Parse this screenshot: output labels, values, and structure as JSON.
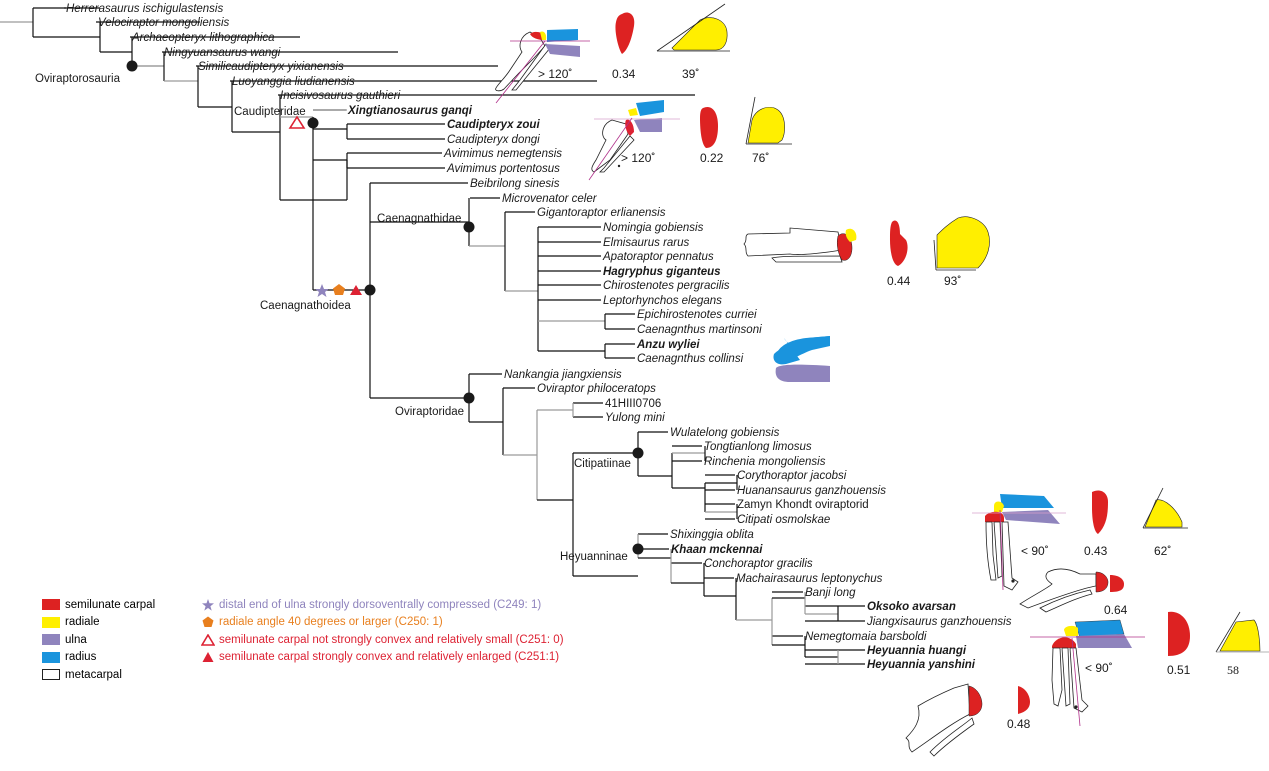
{
  "colors": {
    "semilunate_carpal": "#dd2222",
    "radiale": "#ffef00",
    "ulna": "#8f84bd",
    "radius": "#1a94dd",
    "metacarpal": "#ffffff",
    "char_c249": "#8f84bd",
    "char_c250": "#e87f1e",
    "char_c251": "#dd2233",
    "branch_black": "#111111",
    "branch_gray": "#9a9a9a",
    "node": "#1a1a1a",
    "guide_line": "#b0308a"
  },
  "taxa": [
    {
      "name": "Herrerasaurus ischigulastensis",
      "bold": false,
      "italic": true
    },
    {
      "name": "Velociraptor mongoliensis",
      "bold": false,
      "italic": true
    },
    {
      "name": "Archaeopteryx lithographica",
      "bold": false,
      "italic": true
    },
    {
      "name": "Ningyuansaurus wangi",
      "bold": false,
      "italic": true
    },
    {
      "name": "Similicaudipteryx yixianensis",
      "bold": false,
      "italic": true
    },
    {
      "name": "Luoyanggia liudianensis",
      "bold": false,
      "italic": true
    },
    {
      "name": "Incisivosaurus gauthieri",
      "bold": false,
      "italic": true
    },
    {
      "name": "Xingtianosaurus ganqi",
      "bold": true,
      "italic": true
    },
    {
      "name": "Caudipteryx zoui",
      "bold": true,
      "italic": true
    },
    {
      "name": "Caudipteryx dongi",
      "bold": false,
      "italic": true
    },
    {
      "name": "Avimimus nemegtensis",
      "bold": false,
      "italic": true
    },
    {
      "name": "Avimimus portentosus",
      "bold": false,
      "italic": true
    },
    {
      "name": "Beibrilong sinesis",
      "bold": false,
      "italic": true
    },
    {
      "name": "Microvenator celer",
      "bold": false,
      "italic": true
    },
    {
      "name": "Gigantoraptor erlianensis",
      "bold": false,
      "italic": true
    },
    {
      "name": "Nomingia gobiensis",
      "bold": false,
      "italic": true
    },
    {
      "name": "Elmisaurus rarus",
      "bold": false,
      "italic": true
    },
    {
      "name": "Apatoraptor pennatus",
      "bold": false,
      "italic": true
    },
    {
      "name": "Hagryphus giganteus",
      "bold": true,
      "italic": true
    },
    {
      "name": "Chirostenotes pergracilis",
      "bold": false,
      "italic": true
    },
    {
      "name": "Leptorhynchos elegans",
      "bold": false,
      "italic": true
    },
    {
      "name": "Epichirostenotes curriei",
      "bold": false,
      "italic": true
    },
    {
      "name": "Caenagnthus martinsoni",
      "bold": false,
      "italic": true
    },
    {
      "name": "Anzu wyliei",
      "bold": true,
      "italic": true
    },
    {
      "name": "Caenagnthus collinsi",
      "bold": false,
      "italic": true
    },
    {
      "name": "Nankangia jiangxiensis",
      "bold": false,
      "italic": true
    },
    {
      "name": "Oviraptor philoceratops",
      "bold": false,
      "italic": true
    },
    {
      "name": "41HIII0706",
      "bold": false,
      "italic": false
    },
    {
      "name": "Yulong mini",
      "bold": false,
      "italic": true
    },
    {
      "name": "Wulatelong gobiensis",
      "bold": false,
      "italic": true
    },
    {
      "name": "Tongtianlong limosus",
      "bold": false,
      "italic": true
    },
    {
      "name": "Rinchenia mongoliensis",
      "bold": false,
      "italic": true
    },
    {
      "name": "Corythoraptor jacobsi",
      "bold": false,
      "italic": true
    },
    {
      "name": "Huanansaurus ganzhouensis",
      "bold": false,
      "italic": true
    },
    {
      "name": "Zamyn Khondt oviraptorid",
      "bold": false,
      "italic": false
    },
    {
      "name": "Citipati osmolskae",
      "bold": false,
      "italic": true
    },
    {
      "name": "Shixinggia oblita",
      "bold": false,
      "italic": true
    },
    {
      "name": "Khaan mckennai",
      "bold": true,
      "italic": true
    },
    {
      "name": "Conchoraptor gracilis",
      "bold": false,
      "italic": true
    },
    {
      "name": "Machairasaurus leptonychus",
      "bold": false,
      "italic": true
    },
    {
      "name": "Banji long",
      "bold": false,
      "italic": true
    },
    {
      "name": "Oksoko avarsan",
      "bold": true,
      "italic": true
    },
    {
      "name": "Jiangxisaurus ganzhouensis",
      "bold": false,
      "italic": true
    },
    {
      "name": "Nemegtomaia barsboldi",
      "bold": false,
      "italic": true
    },
    {
      "name": "Heyuannia huangi",
      "bold": true,
      "italic": true
    },
    {
      "name": "Heyuannia yanshini",
      "bold": true,
      "italic": true
    }
  ],
  "clades": {
    "oviraptorosauria": "Oviraptorosauria",
    "caudipteridae": "Caudipteridae",
    "caenagnathidae": "Caenagnathidae",
    "caenagnathoidea": "Caenagnathoidea",
    "oviraptoridae": "Oviraptoridae",
    "citipatiinae": "Citipatiinae",
    "heyuanninae": "Heyuanninae"
  },
  "measurements": {
    "caudipteryx_top": {
      "wrist_angle": "> 120˚",
      "semilunate_ratio": "0.34",
      "radiale_angle": "39˚"
    },
    "caudipteryx_second": {
      "wrist_angle": "> 120˚",
      "semilunate_ratio": "0.22",
      "radiale_angle": "76˚"
    },
    "hagryphus": {
      "semilunate_ratio": "0.44",
      "radiale_angle": "93˚"
    },
    "khaan": {
      "wrist_angle": "< 90˚",
      "semilunate_ratio": "0.43",
      "radiale_angle": "62˚"
    },
    "oksoko": {
      "semilunate_ratio": "0.64"
    },
    "heyuannia": {
      "wrist_angle": "< 90˚",
      "semilunate_ratio": "0.51",
      "radiale_angle": "58"
    },
    "heyuannia_lower": {
      "semilunate_ratio": "0.48"
    }
  },
  "legend": {
    "elements": [
      {
        "label": "semilunate carpal",
        "color_key": "semilunate_carpal"
      },
      {
        "label": "radiale",
        "color_key": "radiale"
      },
      {
        "label": "ulna",
        "color_key": "ulna"
      },
      {
        "label": "radius",
        "color_key": "radius"
      },
      {
        "label": "metacarpal",
        "color_key": "metacarpal"
      }
    ],
    "characters": [
      {
        "symbol": "star",
        "label": "distal end of ulna strongly dorsoventrally compressed (C249: 1)",
        "color_key": "char_c249"
      },
      {
        "symbol": "pentagon",
        "label": "radiale angle 40 degrees or larger (C250: 1)",
        "color_key": "char_c250"
      },
      {
        "symbol": "open-triangle",
        "label": "semilunate carpal not strongly convex and relatively small (C251: 0)",
        "color_key": "char_c251"
      },
      {
        "symbol": "filled-triangle",
        "label": "semilunate carpal strongly convex and relatively enlarged (C251:1)",
        "color_key": "char_c251"
      }
    ]
  }
}
